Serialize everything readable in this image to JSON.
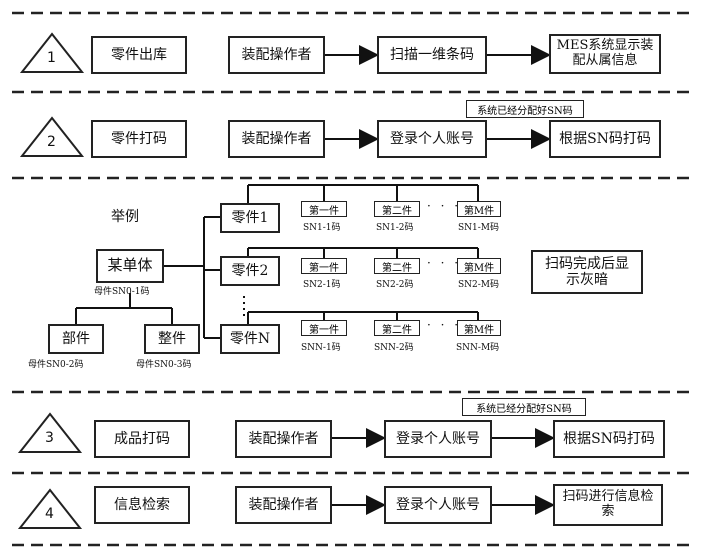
{
  "sections": [
    {
      "num": "1",
      "title": "零件出库",
      "step1": "装配操作者",
      "step2": "扫描一维条码",
      "step3": "MES系统显示装配从属信息"
    },
    {
      "num": "2",
      "title": "零件打码",
      "step1": "装配操作者",
      "step2": "登录个人账号",
      "step3": "根据SN码打码",
      "note": "系统已经分配好SN码"
    },
    {
      "num": "3",
      "title": "成品打码",
      "step1": "装配操作者",
      "step2": "登录个人账号",
      "step3": "根据SN码打码",
      "note": "系统已经分配好SN码"
    },
    {
      "num": "4",
      "title": "信息检索",
      "step1": "装配操作者",
      "step2": "登录个人账号",
      "step3": "扫码进行信息检索"
    }
  ],
  "tree": {
    "example_label": "举例",
    "root": "某单体",
    "root_caption": "母件SN0-1码",
    "left": "部件",
    "left_caption": "母件SN0-2码",
    "right": "整件",
    "right_caption": "母件SN0-3码",
    "parts": [
      {
        "label": "零件1",
        "items": [
          {
            "t": "第一件",
            "c": "SN1-1码"
          },
          {
            "t": "第二件",
            "c": "SN1-2码"
          },
          {
            "t": "第M件",
            "c": "SN1-M码"
          }
        ]
      },
      {
        "label": "零件2",
        "items": [
          {
            "t": "第一件",
            "c": "SN2-1码"
          },
          {
            "t": "第二件",
            "c": "SN2-2码"
          },
          {
            "t": "第M件",
            "c": "SN2-M码"
          }
        ]
      },
      {
        "label": "零件N",
        "items": [
          {
            "t": "第一件",
            "c": "SNN-1码"
          },
          {
            "t": "第二件",
            "c": "SNN-2码"
          },
          {
            "t": "第M件",
            "c": "SNN-M码"
          }
        ]
      }
    ],
    "dots": "· · ·",
    "side_note": "扫码完成后显示灰暗"
  }
}
